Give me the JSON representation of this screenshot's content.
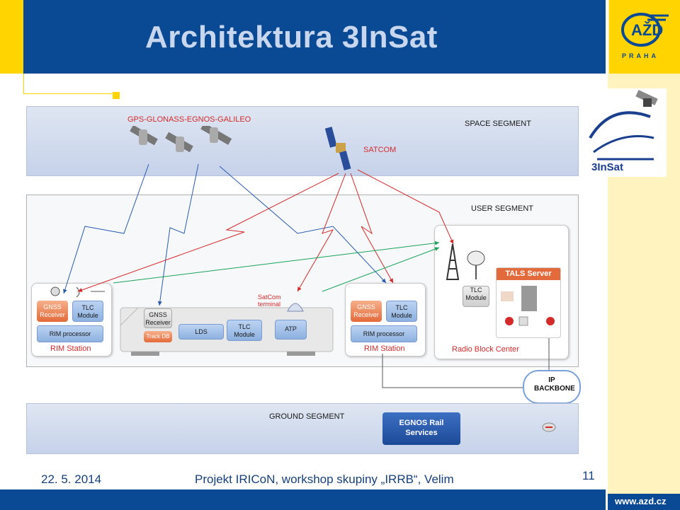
{
  "header": {
    "title": "Architektura 3InSat"
  },
  "logo": {
    "azd_text": "PRAHA",
    "brand": "3InSat"
  },
  "diagram": {
    "space_segment": "SPACE SEGMENT",
    "gnss_label": "GPS-GLONASS-EGNOS-GALILEO",
    "satcom_label": "SATCOM",
    "user_segment": "USER  SEGMENT",
    "ground_segment": "GROUND  SEGMENT",
    "rim_station_left": {
      "gnss": "GNSS Receiver",
      "tlc": "TLC Module",
      "processor": "RIM processor",
      "label": "RIM Station"
    },
    "train": {
      "gnss": "GNSS Receiver",
      "trackdb": "Track DB",
      "lds": "LDS",
      "tlc": "TLC Module",
      "atp": "ATP",
      "satcom_terminal": "SatCom terminal"
    },
    "rim_station_right": {
      "gnss": "GNSS Receiver",
      "tlc": "TLC Module",
      "processor": "RIM processor",
      "label": "RIM Station"
    },
    "rbc": {
      "tlc": "TLC Module",
      "tals": "TALS Server",
      "label": "Radio Block Center"
    },
    "ip_backbone": "IP BACKBONE",
    "egnos": "EGNOS Rail Services"
  },
  "footer": {
    "date": "22. 5. 2014",
    "project": "Projekt IRICoN, workshop skupiny „IRRB“, Velim",
    "page": "11",
    "web": "www.azd.cz"
  },
  "colors": {
    "brand_blue": "#0a4a94",
    "brand_yellow": "#ffd400",
    "red_link": "#d42a2a"
  }
}
